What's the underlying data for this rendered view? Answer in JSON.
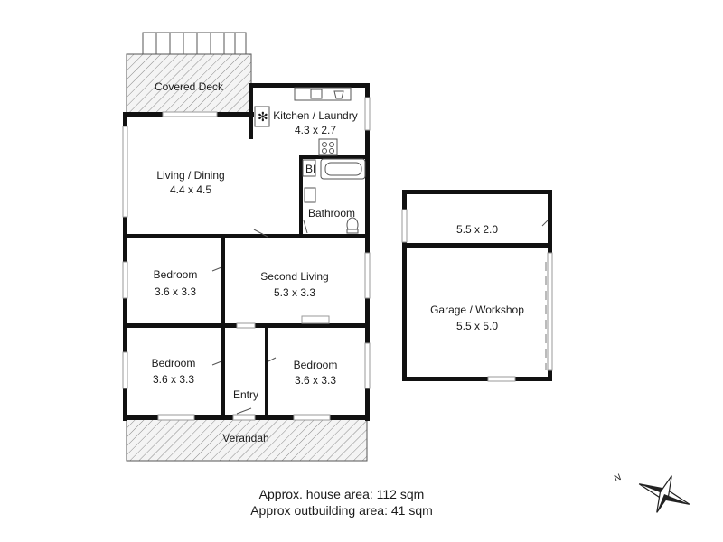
{
  "rooms": {
    "covered_deck": "Covered Deck",
    "kitchen_name": "Kitchen / Laundry",
    "kitchen_size": "4.3 x 2.7",
    "living_name": "Living / Dining",
    "living_size": "4.4 x 4.5",
    "bi": "BI",
    "bathroom": "Bathroom",
    "bedroom1_name": "Bedroom",
    "bedroom1_size": "3.6 x 3.3",
    "second_living_name": "Second Living",
    "second_living_size": "5.3 x 3.3",
    "bedroom2_name": "Bedroom",
    "bedroom2_size": "3.6 x 3.3",
    "entry": "Entry",
    "bedroom3_name": "Bedroom",
    "bedroom3_size": "3.6 x 3.3",
    "verandah": "Verandah",
    "outbuilding_size": "5.5 x 2.0",
    "garage_name": "Garage / Workshop",
    "garage_size": "5.5 x 5.0"
  },
  "footer": {
    "house_area": "Approx. house area: 112 sqm",
    "outbuilding_area": "Approx outbuilding area: 41 sqm"
  },
  "icons": {
    "hot_water": "asterisk-icon",
    "compass": "north-compass-icon"
  }
}
